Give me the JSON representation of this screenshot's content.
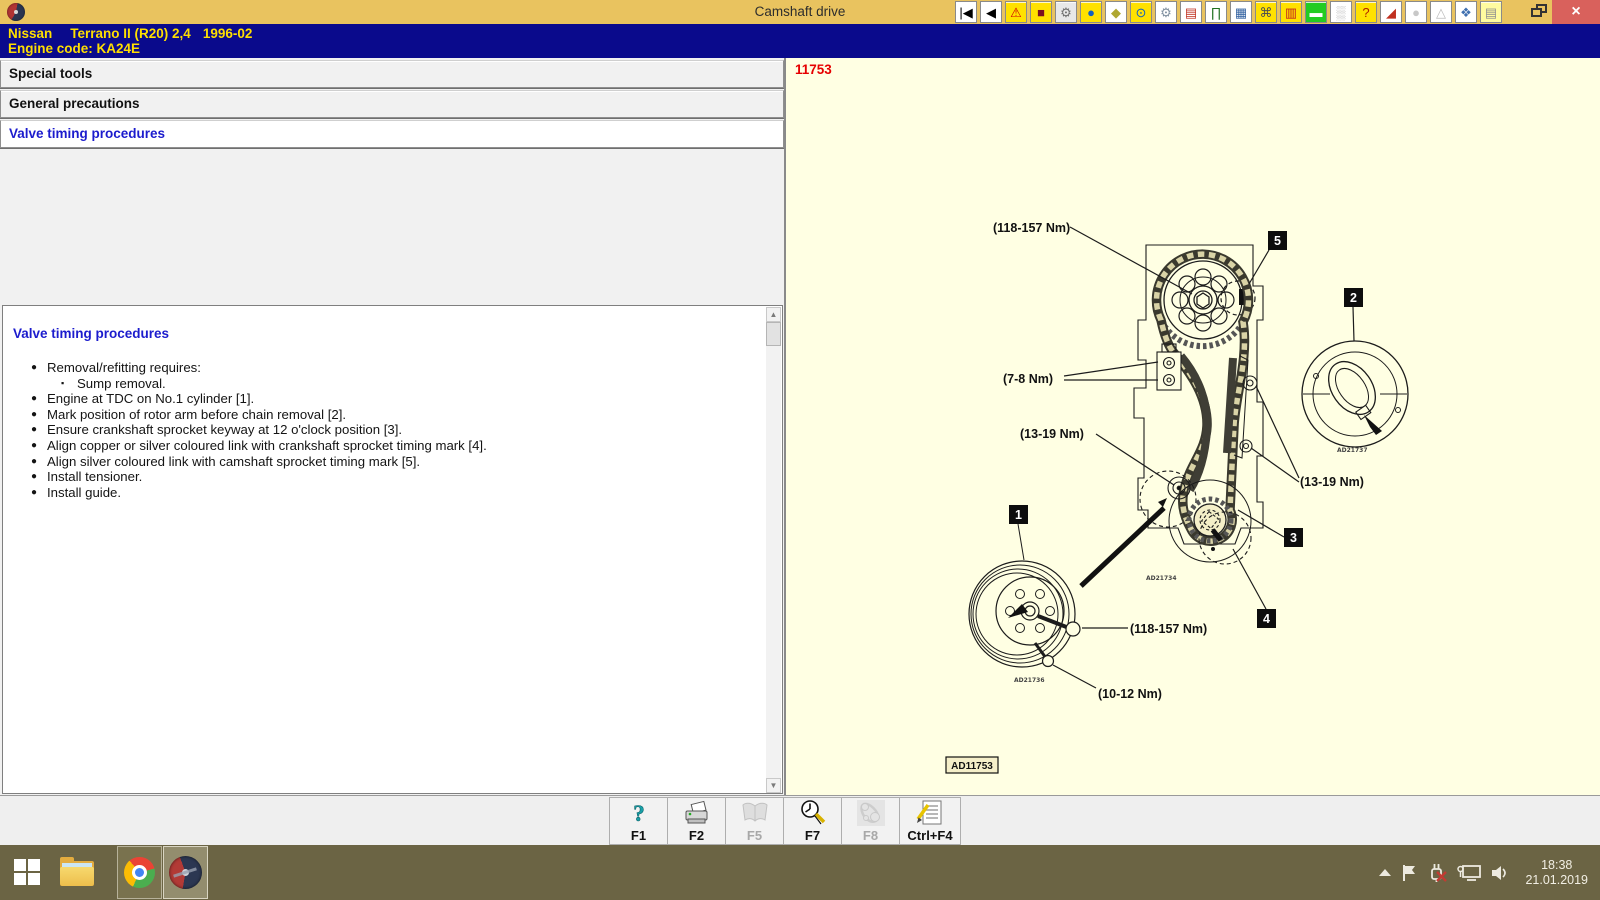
{
  "window": {
    "title": "Camshaft drive",
    "close_glyph": "×"
  },
  "colors": {
    "titlebar": "#E9C35F",
    "vehicle_bar": "#0A0A8C",
    "vehicle_text": "#FFDF00",
    "panel_cream": "#FFFFE3",
    "page_code_red": "#E60000",
    "active_link_blue": "#1C1CCD",
    "taskbar_olive": "#6B6444",
    "close_red": "#D9615C"
  },
  "titlebar_icons": [
    {
      "name": "go-first-icon",
      "glyph": "|◀",
      "bg": "#ffffff",
      "fg": "#000000"
    },
    {
      "name": "go-back-icon",
      "glyph": "◀",
      "bg": "#ffffff",
      "fg": "#000000"
    },
    {
      "name": "warning-icon",
      "glyph": "⚠",
      "bg": "#FFE100",
      "fg": "#D00000"
    },
    {
      "name": "diagnostic-tester-icon",
      "glyph": "■",
      "bg": "#FFE100",
      "fg": "#7B1020"
    },
    {
      "name": "special-tools-icon",
      "glyph": "⚙",
      "bg": "#E8E8E8",
      "fg": "#6f6f6f"
    },
    {
      "name": "globe-icon",
      "glyph": "●",
      "bg": "#FFE100",
      "fg": "#1260C0"
    },
    {
      "name": "component-icon",
      "glyph": "◆",
      "bg": "#ffffff",
      "fg": "#AFA732"
    },
    {
      "name": "gauge-icon",
      "glyph": "⊙",
      "bg": "#FFE100",
      "fg": "#1260C0"
    },
    {
      "name": "gears-icon",
      "glyph": "⚙",
      "bg": "#ffffff",
      "fg": "#8090A0"
    },
    {
      "name": "engine-icon",
      "glyph": "▤",
      "bg": "#ffffff",
      "fg": "#C03020"
    },
    {
      "name": "lift-icon",
      "glyph": "∏",
      "bg": "#ffffff",
      "fg": "#207020"
    },
    {
      "name": "truck-icon",
      "glyph": "▦",
      "bg": "#ffffff",
      "fg": "#3060A0"
    },
    {
      "name": "key-icon",
      "glyph": "⌘",
      "bg": "#FFE100",
      "fg": "#505050"
    },
    {
      "name": "meter-icon",
      "glyph": "▥",
      "bg": "#FFE100",
      "fg": "#C02020"
    },
    {
      "name": "equipment-icon",
      "glyph": "▬",
      "bg": "#22CC22",
      "fg": "#ffffff"
    },
    {
      "name": "gloves-icon",
      "glyph": "▒",
      "bg": "#ffffff",
      "fg": "#bbbbbb"
    },
    {
      "name": "car-query-icon",
      "glyph": "?",
      "bg": "#FFE100",
      "fg": "#B02000"
    },
    {
      "name": "tractor-icon",
      "glyph": "◢",
      "bg": "#ffffff",
      "fg": "#C03020"
    },
    {
      "name": "oval-disabled-icon",
      "glyph": "●",
      "bg": "#ffffff",
      "fg": "#c8c8c8"
    },
    {
      "name": "triangle-disabled-icon",
      "glyph": "△",
      "bg": "#ffffff",
      "fg": "#bbbbbb"
    },
    {
      "name": "parts-icon",
      "glyph": "❖",
      "bg": "#ffffff",
      "fg": "#4070B0"
    },
    {
      "name": "panel-icon",
      "glyph": "▤",
      "bg": "#FFFBA0",
      "fg": "#909090"
    }
  ],
  "vehicle": {
    "make": "Nissan",
    "model": "Terrano II (R20) 2,4",
    "years": "1996-02",
    "engine_line": "Engine code: KA24E"
  },
  "nav_tabs": [
    {
      "label": "Special tools",
      "active": false
    },
    {
      "label": "General precautions",
      "active": false
    },
    {
      "label": "Valve timing procedures",
      "active": true
    }
  ],
  "content": {
    "heading": "Valve timing procedures",
    "bullets": [
      {
        "level": 1,
        "text": "Removal/refitting requires:"
      },
      {
        "level": 2,
        "text": "Sump removal."
      },
      {
        "level": 1,
        "text": "Engine at TDC on No.1 cylinder [1]."
      },
      {
        "level": 1,
        "text": "Mark position of rotor arm before chain removal [2]."
      },
      {
        "level": 1,
        "text": "Ensure crankshaft sprocket keyway at 12 o'clock position [3]."
      },
      {
        "level": 1,
        "text": "Align copper or silver coloured link with crankshaft sprocket timing mark [4]."
      },
      {
        "level": 1,
        "text": "Align silver coloured link with camshaft sprocket timing mark [5]."
      },
      {
        "level": 1,
        "text": "Install tensioner."
      },
      {
        "level": 1,
        "text": "Install guide."
      }
    ]
  },
  "diagram": {
    "page_code": "11753",
    "figure_code": "AD11753",
    "part_codes": {
      "block": "AD21734",
      "pulley": "AD21736",
      "distributor": "AD21737"
    },
    "torque_labels": {
      "camshaft_sprocket_bolt": "(118-157 Nm)",
      "guide_bolts": "(7-8 Nm)",
      "tensioner_bolt": "(13-19 Nm)",
      "right_guide_bolts": "(13-19 Nm)",
      "crankshaft_pulley_bolt": "(118-157 Nm)",
      "pulley_small_bolts": "(10-12 Nm)"
    },
    "callouts": {
      "c1": "1",
      "c2": "2",
      "c3": "3",
      "c4": "4",
      "c5": "5"
    }
  },
  "function_keys": [
    {
      "key": "F1",
      "icon": "help",
      "enabled": true
    },
    {
      "key": "F2",
      "icon": "print",
      "enabled": true
    },
    {
      "key": "F5",
      "icon": "manual",
      "enabled": false
    },
    {
      "key": "F7",
      "icon": "times-zoom",
      "enabled": true
    },
    {
      "key": "F8",
      "icon": "belt-drive",
      "enabled": false
    },
    {
      "key": "Ctrl+F4",
      "icon": "notes",
      "enabled": true
    }
  ],
  "taskbar": {
    "time": "18:38",
    "date": "21.01.2019"
  }
}
